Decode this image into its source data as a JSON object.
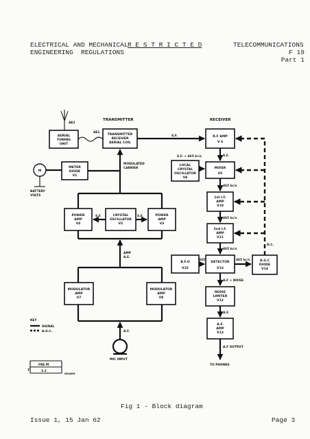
{
  "header": {
    "left_line1": "ELECTRICAL AND MECHANICAL",
    "left_line2": "ENGINEERING  REGULATIONS",
    "center": "R E S T R I C T E D",
    "right_line1": "TELECOMMUNICATIONS",
    "right_line2": "F 19",
    "right_line3": "Part 1"
  },
  "diagram": {
    "sections": {
      "transmitter": "TRANSMITTER",
      "receiver": "RECEIVER"
    },
    "blocks": {
      "aerial_tuning": [
        "AERIAL",
        "TUNING",
        "UNIT"
      ],
      "tx_rx_aerial_coil": [
        "TRANSMITTER",
        "RECEIVER",
        "AERIAL COIL"
      ],
      "meter_diode": [
        "METER",
        "DIODE",
        "V1"
      ],
      "power_amp_v4": [
        "POWER",
        "AMP",
        "V4"
      ],
      "crystal_osc_v2": [
        "CRYSTAL",
        "OSCILLATOR",
        "V2"
      ],
      "power_amp_v3": [
        "POWER",
        "AMP",
        "V3"
      ],
      "modulator_v7": [
        "MODULATOR",
        "AMP",
        "V7"
      ],
      "modulator_v9": [
        "MODULATOR",
        "AMP",
        "V9"
      ],
      "rf_amp_v6": [
        "R.F AMP",
        "V 6"
      ],
      "local_osc_v8": [
        "LOCAL",
        "CRYSTAL",
        "OSCILLATOR",
        "V8"
      ],
      "mixer_v5": [
        "MIXER",
        "V5"
      ],
      "if1_v10": [
        "1st I.F.",
        "AMP",
        "V10"
      ],
      "if2_v11": [
        "2nd I.F.",
        "AMP",
        "V11"
      ],
      "bfo_v15": [
        "B.F.O",
        "V15"
      ],
      "detector_v13": [
        "DETECTOR",
        "V13"
      ],
      "agc_diode_v14": [
        "A.G.C",
        "DIODE",
        "V14"
      ],
      "noise_limiter_v12": [
        "NOISE",
        "LIMITER",
        "V12"
      ],
      "af_amp_v13": [
        "A.F.",
        "AMP",
        "V13"
      ]
    },
    "labels": {
      "ae2": "AE2",
      "ae1": "AE1",
      "sf_top": "S.F.",
      "modulated_carrier_1": "MODULATED",
      "modulated_carrier_2": "CARRIER",
      "meter_m": "M",
      "battery_1": "BATTERY",
      "battery_2": "VOLTS",
      "sf_left": "S.F.",
      "sf_right": "S.F.",
      "amp_ae_1": "AMP",
      "amp_ae_2": "A.E.",
      "af_mic": "A.F.",
      "mic_input": "MIC INPUT",
      "sf_rx": "S.F.",
      "sf_465": "S.F. + 465 kc/s",
      "f465_a": "465 kc/s",
      "f465_b": "465 kc/s",
      "f465_c": "465 kc/s",
      "f465_d": "465 kc/s",
      "f465_e": "465 kc/s",
      "dc": "D.C.",
      "af_noise": "A.F + NOISE",
      "af_rx": "A.F.",
      "af_output": "A.F OUTPUT",
      "to_phones": "TO PHONES",
      "key": "KEY",
      "key_signal": "SIGNAL",
      "key_agc": "A.G.C.",
      "fig_ref_1": "FRE M",
      "fig_ref_2": "1:1",
      "fig_ref_3": "T",
      "fig_ref_4": "DRAWN"
    }
  },
  "caption": "Fig 1 - Block diagram",
  "footer": {
    "issue": "Issue 1, 15 Jan 62",
    "page": "Page 3"
  }
}
